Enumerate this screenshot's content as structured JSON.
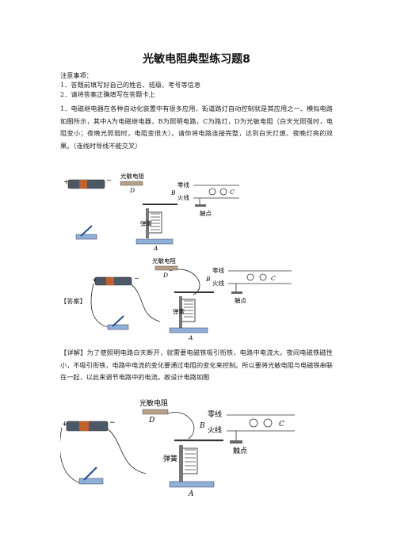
{
  "title": "光敏电阻典型练习题8",
  "notes": {
    "heading": "注意事项：",
    "items": [
      "1．答题前填写好自己的姓名、班级、考号等信息",
      "2．请将答案正确填写在答题卡上"
    ]
  },
  "question": {
    "text": "1．电磁继电器在各种自动化装置中有很多应用，街道路灯自动控制就是其应用之一、模拟电路如图所示，其中A为电磁继电器，B为照明电路，C为路灯，D为光敏电阻（白天光照强时，电阻变小；夜晚光照弱时，电阻变很大）。请你将电路连接完整，达到白天灯熄、夜晚灯亮的效果。（连线时导线不能交叉）"
  },
  "answer_label": "【答案】",
  "detail": {
    "text": "【详解】为了使照明电路白天断开，就需要电磁铁吸引衔铁，电路中电流大。夜间电磁铁磁性小，不吸引衔铁，电路中电流的变化要通过电阻的变化来控制。所以要将光敏电阻与电磁铁串联在一起，以此来调节电路中的电流。故设计电路如图"
  },
  "diagram_labels": {
    "photoresistor": "光敏电阻",
    "D": "D",
    "B": "B",
    "neutral": "零线",
    "live": "火线",
    "C": "C",
    "contact": "触点",
    "spring": "弹簧",
    "A": "A",
    "plus": "+",
    "minus": "−"
  }
}
